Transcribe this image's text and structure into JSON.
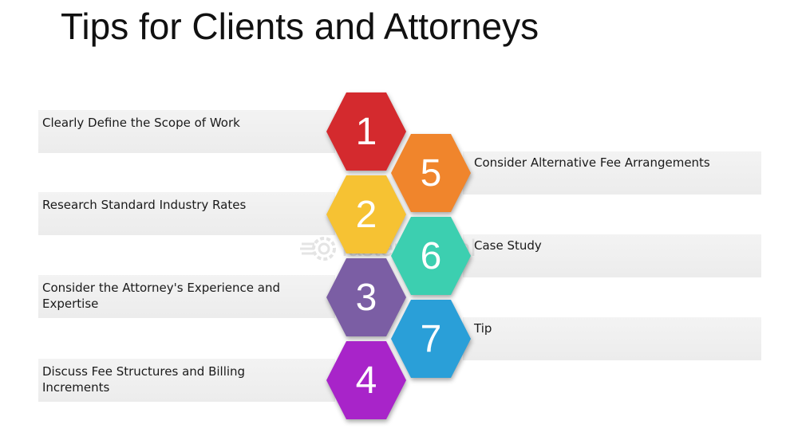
{
  "title": "Tips for Clients and Attorneys",
  "left_items": [
    {
      "number": "1",
      "label": "Clearly Define the Scope of Work",
      "color": "#d42a2e"
    },
    {
      "number": "2",
      "label": "Research Standard Industry Rates",
      "color": "#f6c233"
    },
    {
      "number": "3",
      "label": "Consider the Attorney's Experience and Expertise",
      "color": "#7b5ea4"
    },
    {
      "number": "4",
      "label": "Discuss Fee Structures and Billing Increments",
      "color": "#a824c9"
    }
  ],
  "right_items": [
    {
      "number": "5",
      "label": "Consider Alternative Fee Arrangements",
      "color": "#f0852c"
    },
    {
      "number": "6",
      "label": "Case Study",
      "color": "#3ccfb0"
    },
    {
      "number": "7",
      "label": "Tip",
      "color": "#2a9fd8"
    }
  ],
  "watermark": "fasterCapital",
  "icons": {
    "watermark_logo": "gear-logo-icon"
  }
}
